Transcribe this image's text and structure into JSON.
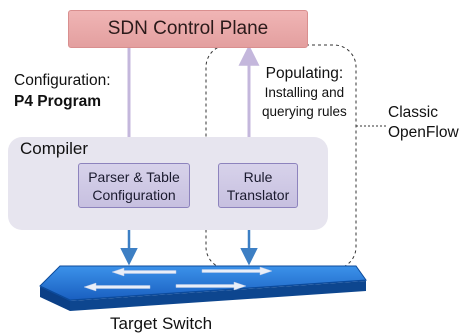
{
  "control_plane": {
    "label": "SDN Control Plane"
  },
  "configuration": {
    "line1": "Configuration:",
    "line2": "P4 Program"
  },
  "populating": {
    "title": "Populating:",
    "line1": "Installing and",
    "line2": "querying rules"
  },
  "classic_openflow": {
    "line1": "Classic",
    "line2": "OpenFlow"
  },
  "compiler": {
    "label": "Compiler",
    "parser": {
      "line1": "Parser & Table",
      "line2": "Configuration"
    },
    "rule_translator": {
      "line1": "Rule",
      "line2": "Translator"
    }
  },
  "target_switch": {
    "label": "Target Switch"
  },
  "colors": {
    "control_plane_fill": "#e8a8a8",
    "compiler_fill": "#e7e5ef",
    "inner_box_fill": "#cfc9e6",
    "config_arrow": "#c4b7dc",
    "switch_arrow": "#3d7fc4",
    "switch_fill": "#1f6fd1"
  }
}
